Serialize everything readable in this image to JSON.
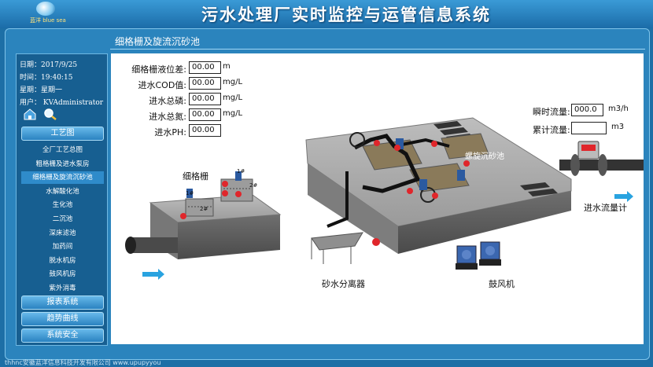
{
  "app": {
    "title": "污水处理厂实时监控与运管信息系统",
    "logo_text": "蓝洋 blue sea",
    "breadcrumb": "细格栅及旋流沉砂池",
    "footer": "thhnc安徽蓝洋信息科技开发有限公司 www.upupyyou"
  },
  "sidebar": {
    "date": "日期：2017/9/25",
    "time": "时间：19:40:15",
    "weekday": "星期：星期一",
    "user": "用户：  KVAdministrator",
    "icons": [
      "home-icon",
      "search-icon"
    ],
    "process_header": "工艺图",
    "process_items": [
      "全厂工艺总图",
      "粗格栅及进水泵房",
      "细格栅及旋流沉砂池",
      "水解酸化池",
      "生化池",
      "二沉池",
      "深床滤池",
      "加药间",
      "脱水机房",
      "鼓风机房",
      "紫外消毒"
    ],
    "active_index": 2,
    "report_label": "报表系统",
    "trend_label": "趋势曲线",
    "security_label": "系统安全"
  },
  "params": [
    {
      "label": "细格栅液位差:",
      "value": "00.00",
      "unit": "m"
    },
    {
      "label": "进水COD值:",
      "value": "00.00",
      "unit": "mg/L"
    },
    {
      "label": "进水总磷:",
      "value": "00.00",
      "unit": "mg/L"
    },
    {
      "label": "进水总氮:",
      "value": "00.00",
      "unit": "mg/L"
    },
    {
      "label": "进水PH:",
      "value": "00.00",
      "unit": ""
    }
  ],
  "flow": {
    "instant_label": "瞬时流量:",
    "instant_value": "000.0",
    "instant_unit": "m3/h",
    "total_label": "累计流量:",
    "total_value": "",
    "total_unit": "m3",
    "meter_label": "进水流量计"
  },
  "scene": {
    "fine_screen": "细格栅",
    "grit_chamber": "螺旋沉砂池",
    "sand_separator": "砂水分离器",
    "blower": "鼓风机",
    "screen1": "1#",
    "screen2": "2#",
    "screen1b": "1#",
    "screen2b": "2#"
  },
  "colors": {
    "title_bar": "#1b6ca8",
    "frame": "#2b84bd",
    "sidebar": "#175f91",
    "status_red": "#e0262b",
    "flow_arrow": "#29a3e0"
  }
}
